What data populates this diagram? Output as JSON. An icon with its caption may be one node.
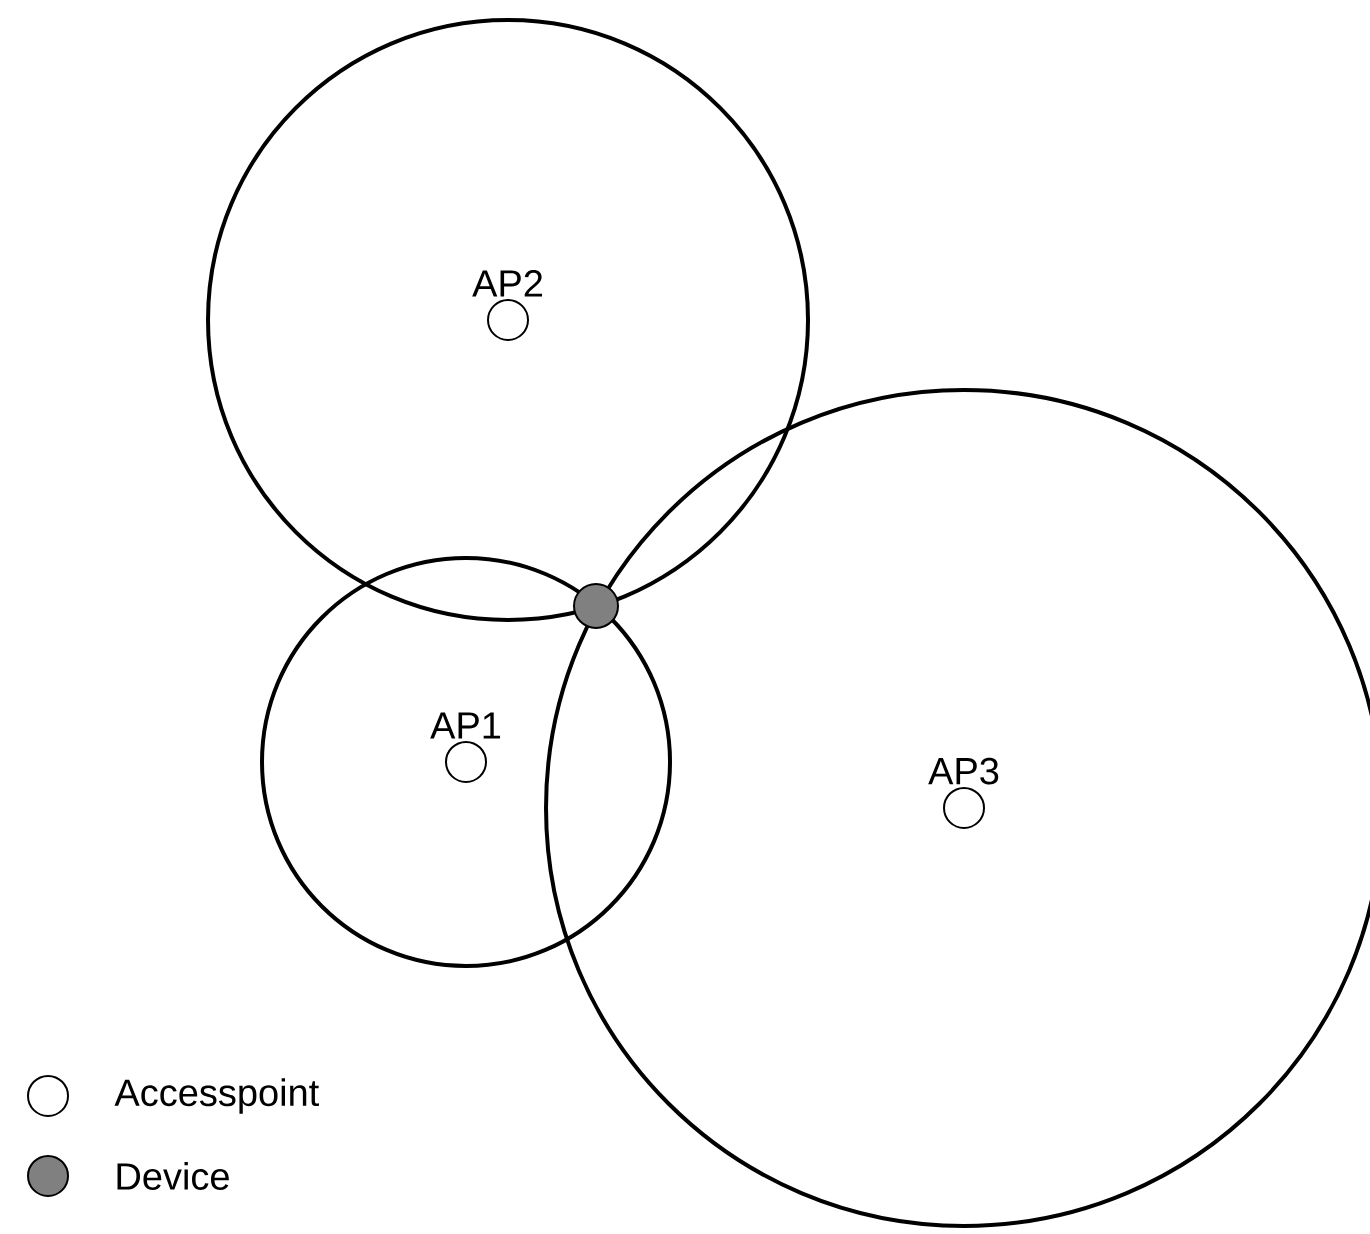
{
  "diagram": {
    "nodes": [
      {
        "text": [
          "AP2"
        ]
      },
      {
        "text": [
          "AP1"
        ]
      },
      {
        "text": [
          "AP3"
        ]
      },
      {
        "text": [],
        "shape": "circle"
      }
    ],
    "legend": [
      {
        "text": "Accesspoint"
      },
      {
        "text": "Device",
        "color": "#808080"
      }
    ]
  }
}
